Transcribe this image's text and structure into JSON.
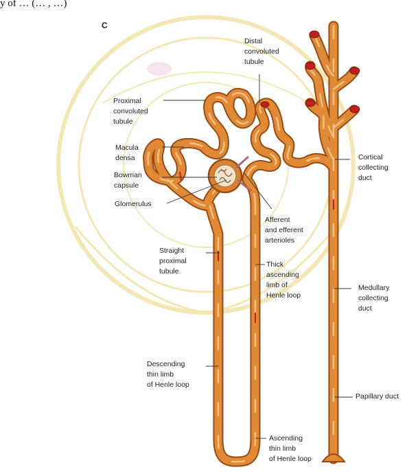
{
  "caption": {
    "text": "y of … (… , …)"
  },
  "colors": {
    "tubule_outer": "#9a4a14",
    "tubule_fill": "#e08a35",
    "tubule_highlight": "#f6c98c",
    "blood_red": "#c0201a",
    "watermark": "#f3e3a8"
  },
  "panel_letter": "C",
  "labels": {
    "distal": [
      "Distal",
      "convoluted",
      "tubule"
    ],
    "proximal": [
      "Proximal",
      "convoluted",
      "tubule"
    ],
    "macula": [
      "Macula",
      "densa"
    ],
    "bowman": [
      "Bowman",
      "capsule"
    ],
    "glomerulus": [
      "Glomerulus"
    ],
    "cortical": [
      "Cortical",
      "collecting",
      "duct"
    ],
    "afferent": [
      "Afferent",
      "and efferent",
      "arterioles"
    ],
    "straight": [
      "Straight",
      "proximal",
      "tubule"
    ],
    "thick": [
      "Thick",
      "ascending",
      "limb of",
      "Henle loop"
    ],
    "medullary": [
      "Medullary",
      "collecting",
      "duct"
    ],
    "descending": [
      "Descending",
      "thin limb",
      "of Henle loop"
    ],
    "papillary": [
      "Papillary duct"
    ],
    "ascending_thin": [
      "Ascending",
      "thin limb",
      "of Henle loop"
    ]
  }
}
